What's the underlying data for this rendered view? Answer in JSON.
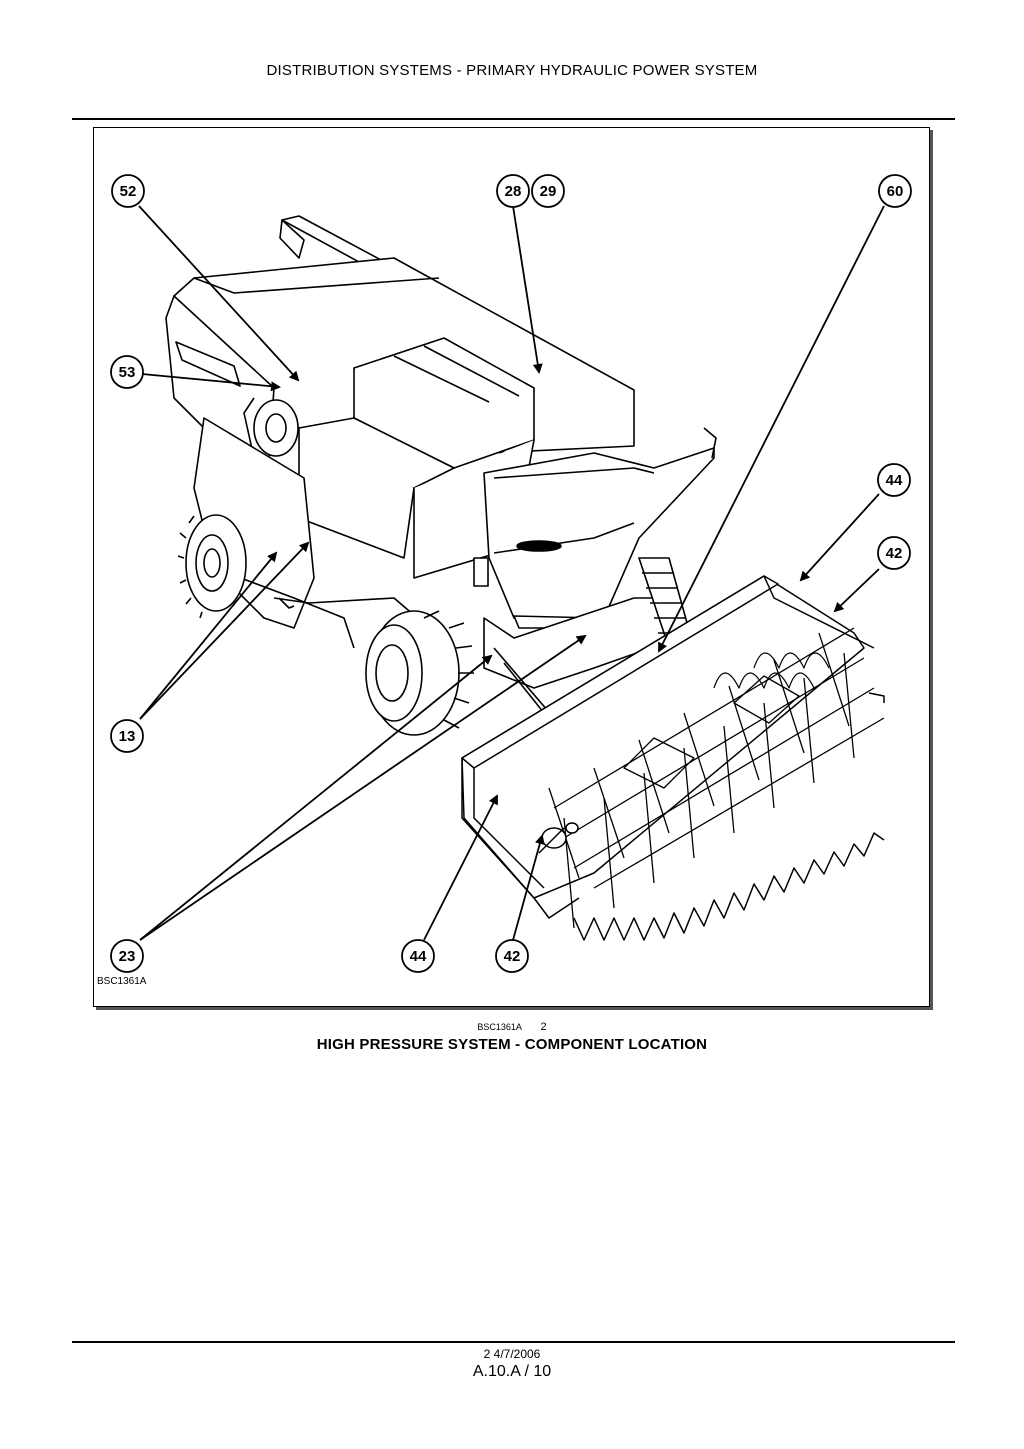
{
  "header": {
    "title": "DISTRIBUTION SYSTEMS - PRIMARY HYDRAULIC POWER SYSTEM"
  },
  "figure": {
    "code_inner": "BSC1361A",
    "callouts": {
      "c52": "52",
      "c28": "28",
      "c29": "29",
      "c60": "60",
      "c53": "53",
      "c44_right": "44",
      "c42_right": "42",
      "c13": "13",
      "c23": "23",
      "c44_bottom": "44",
      "c42_bottom": "42"
    }
  },
  "caption": {
    "code": "BSC1361A",
    "number": "2",
    "title": "HIGH PRESSURE SYSTEM - COMPONENT LOCATION"
  },
  "footer": {
    "date": "2 4/7/2006",
    "page": "A.10.A / 10"
  }
}
